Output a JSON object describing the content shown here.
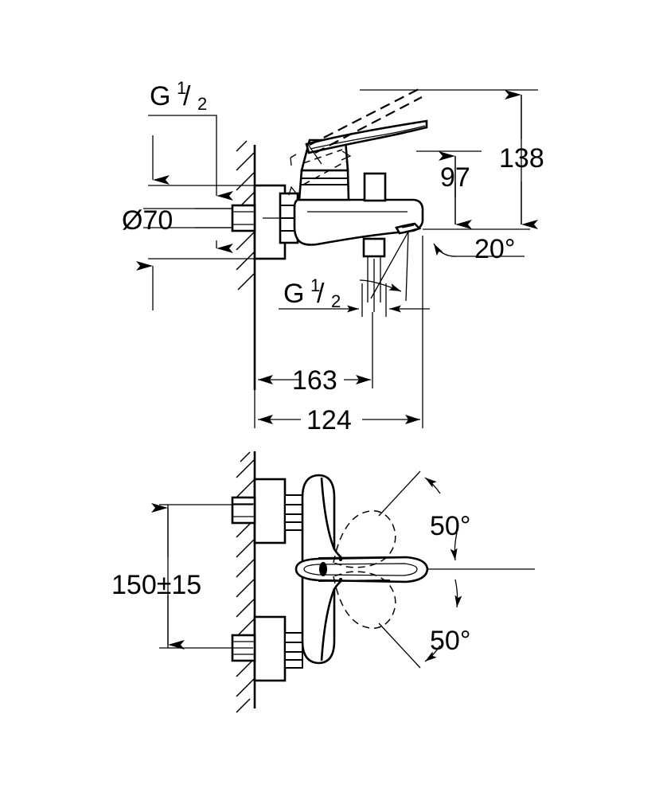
{
  "drawing": {
    "title": "Wall-mounted bath/shower mixer dimensional drawing",
    "background_color": "#ffffff",
    "line_color": "#000000",
    "views": [
      {
        "name": "side-elevation",
        "position": "top"
      },
      {
        "name": "plan-view",
        "position": "bottom"
      }
    ]
  },
  "side_view": {
    "dimensions": {
      "diameter_label": "Ø70",
      "inlet_thread_label_g": "G",
      "inlet_thread_numerator": "1",
      "inlet_thread_slash": "/",
      "inlet_thread_denominator": "2",
      "outlet_thread_label_g": "G",
      "outlet_thread_numerator": "1",
      "outlet_thread_slash": "/",
      "outlet_thread_denominator": "2",
      "height_spout": "97",
      "height_total": "138",
      "projection_spout": "124",
      "projection_total": "163",
      "spout_angle": "20°"
    }
  },
  "plan_view": {
    "dimensions": {
      "inlet_spacing": "150±15",
      "lever_swing_up": "50°",
      "lever_swing_down": "50°"
    }
  }
}
